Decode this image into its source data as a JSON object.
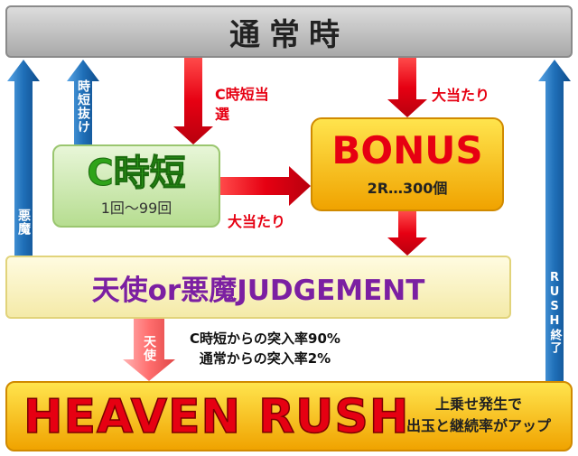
{
  "nodes": {
    "normal": "通常時",
    "c_jitan": {
      "title": "C時短",
      "sub": "1回〜99回"
    },
    "bonus": {
      "title": "BONUS",
      "sub": "2R…300個"
    },
    "judgement": "天使or悪魔JUDGEMENT",
    "heaven_rush": {
      "title": "HEAVEN RUSH",
      "desc_line1": "上乗せ発生で",
      "desc_line2": "出玉と継続率がアップ"
    }
  },
  "edges": {
    "c_jitan_win": "C時短当選",
    "oo_atari_top": "大当たり",
    "oo_atari_mid": "大当たり",
    "jitan_nuke": "時短抜け",
    "akuma": "悪魔",
    "tenshi": "天使",
    "rush_end": "RUSH終了"
  },
  "rates": {
    "line1": "C時短からの突入率90%",
    "line2": "通常からの突入率2%"
  },
  "colors": {
    "red_arrow": "#e60012",
    "blue_arrow": "#1f6fb8",
    "yellow_box": "#f8c400",
    "green_box": "#b6dd90"
  }
}
